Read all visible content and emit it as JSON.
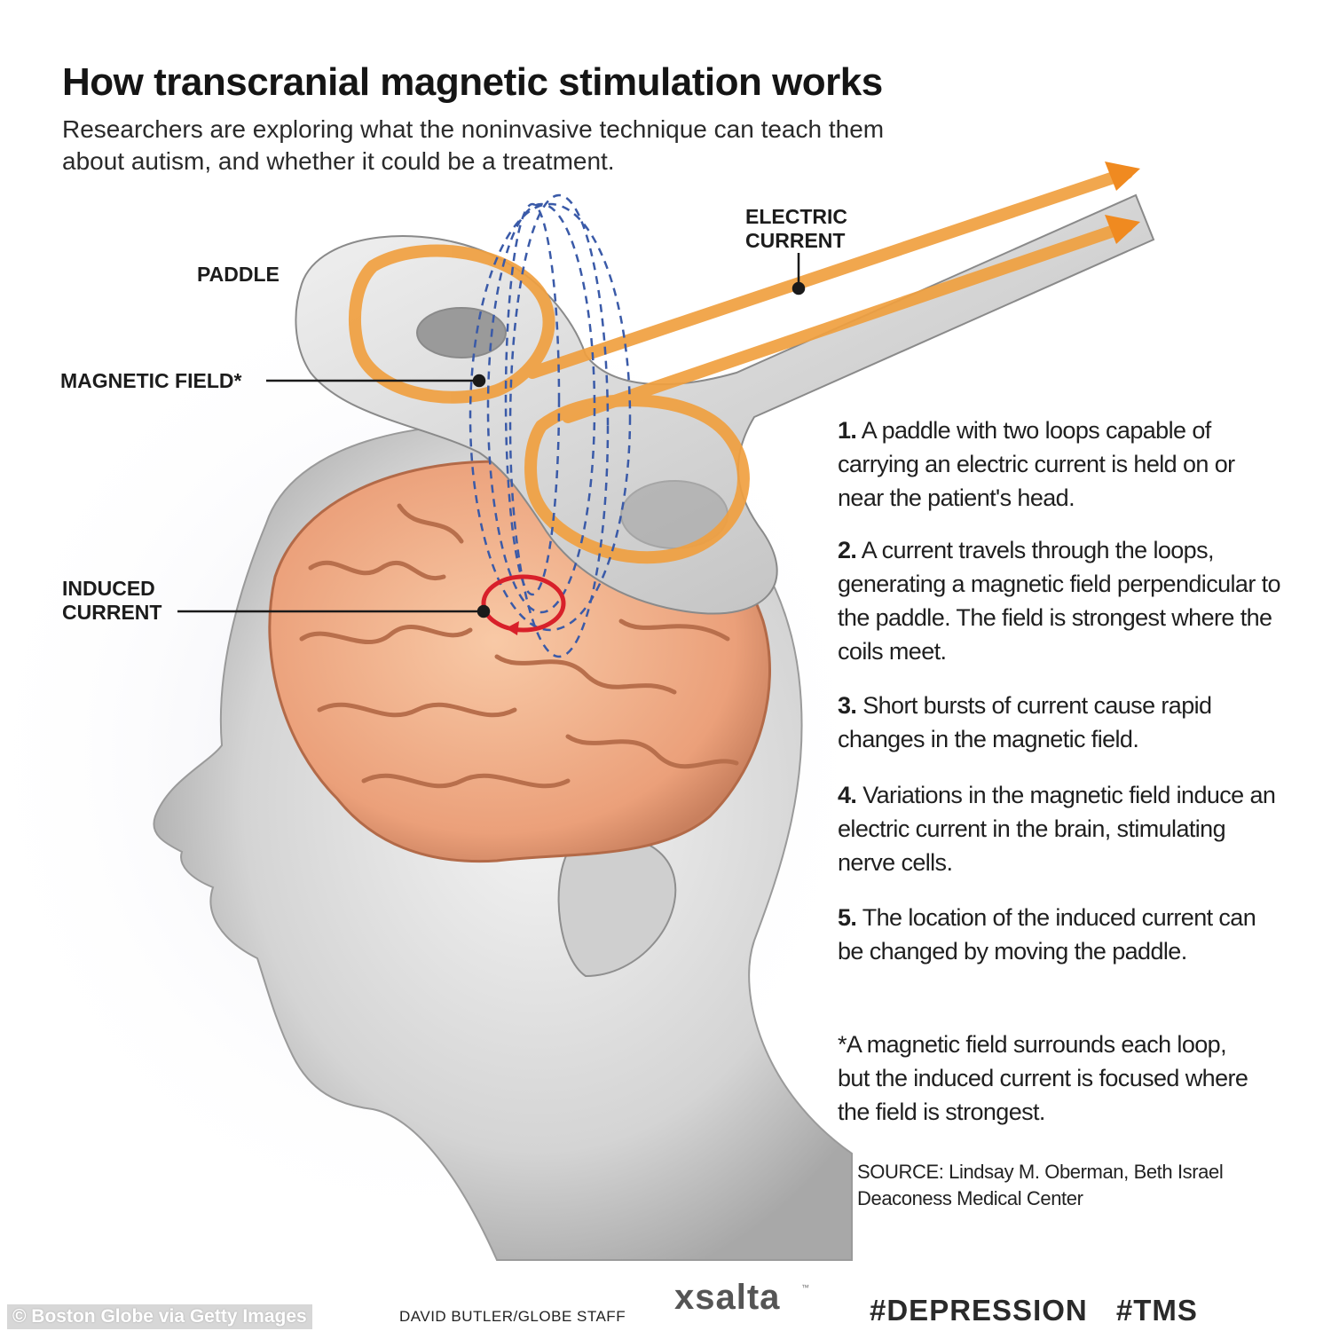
{
  "title": "How transcranial magnetic stimulation works",
  "subtitle": "Researchers are exploring what the noninvasive technique can teach them about autism, and whether it could be a treatment.",
  "labels": {
    "paddle": "PADDLE",
    "electric_current": "ELECTRIC CURRENT",
    "magnetic_field": "MAGNETIC FIELD*",
    "induced_current": "INDUCED CURRENT"
  },
  "steps": [
    {
      "num": "1.",
      "text": "A paddle with two loops capable of carrying an electric current is held on or near the patient's head."
    },
    {
      "num": "2.",
      "text": "A current travels through the loops, generating a magnetic field perpendicular to the paddle. The field is strongest where the coils meet."
    },
    {
      "num": "3.",
      "text": "Short bursts of current cause rapid changes in the magnetic field."
    },
    {
      "num": "4.",
      "text": " Variations in the magnetic field induce an electric current in the brain, stimulating nerve cells."
    },
    {
      "num": "5.",
      "text": "The location of the induced current can be changed by moving the paddle."
    }
  ],
  "footnote": "*A magnetic field surrounds each loop, but the induced current is focused where the field is strongest.",
  "source": "SOURCE: Lindsay M. Oberman, Beth Israel Deaconess Medical Center",
  "copyright": "© Boston Globe via Getty Images",
  "credit": "DAVID BUTLER/GLOBE STAFF",
  "logo": "xsalta",
  "logo_tm": "™",
  "hashtags": "#DEPRESSION #TMS",
  "colors": {
    "current_orange": "#f0a040",
    "field_blue": "#3a5aa8",
    "induced_red": "#d8202a",
    "brain": "#f2b48c",
    "head": "#d9d9d9"
  }
}
